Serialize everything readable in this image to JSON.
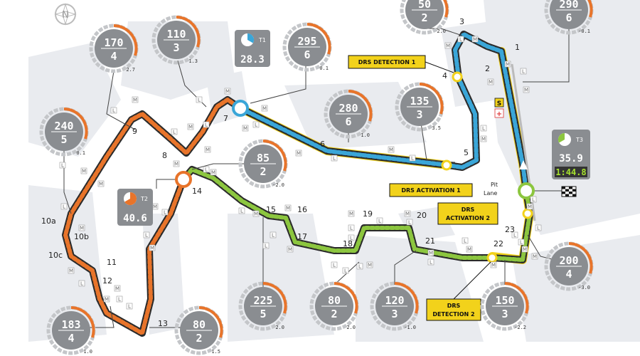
{
  "compass": {
    "letter": "N"
  },
  "corners": [
    {
      "id": "c1",
      "label": "1"
    },
    {
      "id": "c2",
      "label": "2"
    },
    {
      "id": "c3",
      "label": "3"
    },
    {
      "id": "c4",
      "label": "4"
    },
    {
      "id": "c5",
      "label": "5"
    },
    {
      "id": "c6",
      "label": "6"
    },
    {
      "id": "c7",
      "label": "7"
    },
    {
      "id": "c8",
      "label": "8"
    },
    {
      "id": "c9",
      "label": "9"
    },
    {
      "id": "c10a",
      "label": "10a"
    },
    {
      "id": "c10b",
      "label": "10b"
    },
    {
      "id": "c10c",
      "label": "10c"
    },
    {
      "id": "c11",
      "label": "11"
    },
    {
      "id": "c12",
      "label": "12"
    },
    {
      "id": "c13",
      "label": "13"
    },
    {
      "id": "c14",
      "label": "14"
    },
    {
      "id": "c15",
      "label": "15"
    },
    {
      "id": "c16",
      "label": "16"
    },
    {
      "id": "c17",
      "label": "17"
    },
    {
      "id": "c18",
      "label": "18"
    },
    {
      "id": "c19",
      "label": "19"
    },
    {
      "id": "c20",
      "label": "20"
    },
    {
      "id": "c21",
      "label": "21"
    },
    {
      "id": "c22",
      "label": "22"
    },
    {
      "id": "c23",
      "label": "23"
    }
  ],
  "gauges": [
    {
      "id": "g170",
      "speed": "170",
      "gear": "4",
      "g": "2.7"
    },
    {
      "id": "g110",
      "speed": "110",
      "gear": "3",
      "g": "1.3"
    },
    {
      "id": "g295",
      "speed": "295",
      "gear": "6",
      "g": "0.1"
    },
    {
      "id": "g50",
      "speed": "50",
      "gear": "2",
      "g": "2.0"
    },
    {
      "id": "g290",
      "speed": "290",
      "gear": "6",
      "g": "-0.1"
    },
    {
      "id": "g240",
      "speed": "240",
      "gear": "5",
      "g": "0.1"
    },
    {
      "id": "g280",
      "speed": "280",
      "gear": "6",
      "g": "1.0"
    },
    {
      "id": "g135",
      "speed": "135",
      "gear": "3",
      "g": "3.5"
    },
    {
      "id": "g85",
      "speed": "85",
      "gear": "2",
      "g": "-2.0"
    },
    {
      "id": "g225",
      "speed": "225",
      "gear": "5",
      "g": "2.0"
    },
    {
      "id": "g80a",
      "speed": "80",
      "gear": "2",
      "g": "2.0"
    },
    {
      "id": "g120",
      "speed": "120",
      "gear": "3",
      "g": "-1.0"
    },
    {
      "id": "g150",
      "speed": "150",
      "gear": "3",
      "g": "-2.2"
    },
    {
      "id": "g200",
      "speed": "200",
      "gear": "4",
      "g": "-3.0"
    },
    {
      "id": "g183",
      "speed": "183",
      "gear": "4",
      "g": "1.0"
    },
    {
      "id": "g80b",
      "speed": "80",
      "gear": "2",
      "g": "1.5"
    }
  ],
  "sectors": {
    "t1": {
      "tag": "T1",
      "time": "28.3",
      "color": "#3aa6d8"
    },
    "t2": {
      "tag": "T2",
      "time": "40.6",
      "color": "#e8742a"
    },
    "t3": {
      "tag": "T3",
      "time": "35.9",
      "lap": "1:44.8",
      "color": "#8cc63f"
    }
  },
  "drs": {
    "detection1": "DRS DETECTION 1",
    "activation1": "DRS ACTIVATION 1",
    "activation2_line1": "DRS",
    "activation2_line2": "ACTIVATION 2",
    "detection2_line1": "DRS",
    "detection2_line2": "DETECTION 2"
  },
  "pit": {
    "line1": "Pit",
    "line2": "Lane",
    "s_badge": "S",
    "plus_badge": "+"
  },
  "marker": {
    "m": "M",
    "l": "L"
  },
  "colors": {
    "sector1": "#3aa6d8",
    "sector2": "#e8742a",
    "sector3": "#8cc63f",
    "drs": "#f2d21b",
    "background_blocks": "#e9ebef",
    "gauge": "#8a8d91"
  }
}
